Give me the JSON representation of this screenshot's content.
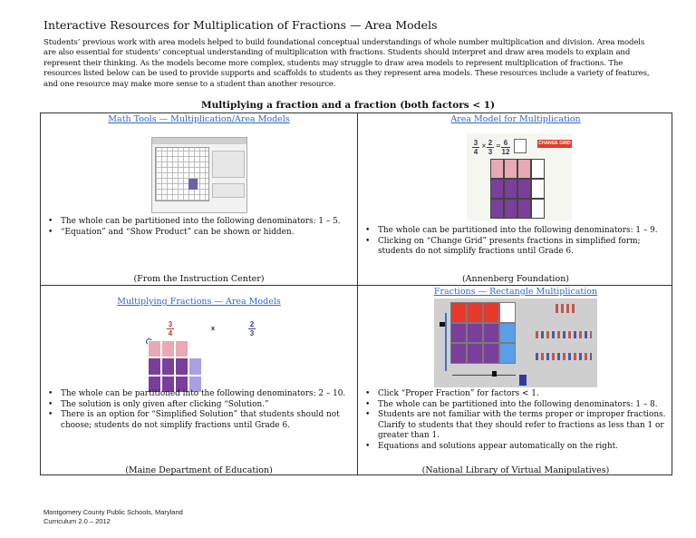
{
  "title": "Interactive Resources for Multiplication  of Fractions — Area Models",
  "intro": "Students’ previous work with area models helped to build foundational conceptual understandings of whole number multiplication and division. Area models are also essential for students’ conceptual understanding of multiplication with fractions. Students should interpret and draw area models to explain and represent their thinking. As the models become more complex, students may struggle to draw area models to represent multiplication of fractions. The resources listed below can be used to provide supports and scaffolds to students as they represent area models. These resources include a variety of features, and one resource may make more sense to a student than another resource.",
  "subtitle": "Multiplying a fraction and a fraction (both factors < 1)",
  "cells": {
    "tl": {
      "link": "Math Tools — Multiplication/Area Models",
      "bullets": [
        "The whole can be partitioned into the following denominators: 1 – 5.",
        "“Equation” and “Show Product” can be shown or hidden."
      ],
      "source": "(From the Instruction Center)"
    },
    "tr": {
      "link": "Area Model for Multiplication",
      "bullets": [
        "The whole can be partitioned into the following denominators: 1 – 9.",
        "Clicking on “Change Grid” presents fractions in simplified form; students do not simplify fractions until Grade 6."
      ],
      "source": "(Annenberg Foundation)",
      "button_label": "CHANGE GRID"
    },
    "bl": {
      "link": "Multiplying Fractions — Area Models",
      "bullets": [
        "The whole can be partitioned into the following denominators: 2 – 10.",
        "The solution is only given after clicking “Solution.”",
        "There is an option for  “Simplified Solution” that students should not choose; students do not simplify fractions until Grade 6."
      ],
      "source": "(Maine Department of Education)",
      "factor_a": {
        "n": "3",
        "d": "4"
      },
      "times": "x",
      "factor_b": {
        "n": "2",
        "d": "3"
      }
    },
    "br": {
      "link": "Fractions — Rectangle Multiplication",
      "bullets": [
        "Click “Proper Fraction” for factors < 1.",
        "The whole can be partitioned into the following denominators: 1 – 8.",
        "Students are not familiar with the terms proper or improper fractions. Clarify to students that they should refer to fractions as less than 1 or greater than 1.",
        "Equations and solutions appear automatically on the right."
      ],
      "source": "(National Library of Virtual Manipulatives)"
    }
  },
  "footer": {
    "line1": "Montgomery County Public Schools, Maryland",
    "line2": "Curriculum 2.0 – 2012"
  },
  "colors": {
    "link": "#3366cc",
    "pink": "#e8a8b4",
    "purple": "#7a3f9a",
    "lavender": "#a9a0e0",
    "red": "#e8392c",
    "blue": "#5aa0e8"
  }
}
